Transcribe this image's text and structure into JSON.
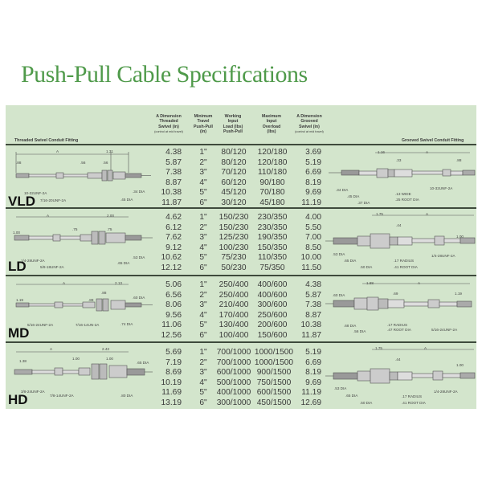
{
  "title": "Push-Pull Cable Specifications",
  "headers": {
    "left_fitting": "Threaded Swivel Conduit Fitting",
    "right_fitting": "Grooved Swivel Conduit Fitting",
    "columns": [
      {
        "lines": [
          "A Dimension",
          "Threaded",
          "Swivel (in)"
        ],
        "note": "(control at mid travel)"
      },
      {
        "lines": [
          "Minimum",
          "Travel",
          "Push-Pull",
          "(in)"
        ],
        "note": ""
      },
      {
        "lines": [
          "Working",
          "Input",
          "Load (lbs)",
          "Push-Pull"
        ],
        "note": ""
      },
      {
        "lines": [
          "Maximum",
          "Input",
          "Overload",
          "(lbs)"
        ],
        "note": ""
      },
      {
        "lines": [
          "A Dimension",
          "Grooved",
          "Swivel (in)"
        ],
        "note": "(control at mid travel)"
      }
    ]
  },
  "series": [
    {
      "name": "VLD",
      "rows": [
        [
          "4.38",
          "1\"",
          "80/120",
          "120/180",
          "3.69"
        ],
        [
          "5.87",
          "2\"",
          "80/120",
          "120/180",
          "5.19"
        ],
        [
          "7.38",
          "3\"",
          "70/120",
          "110/180",
          "6.69"
        ],
        [
          "8.87",
          "4\"",
          "60/120",
          "90/180",
          "8.19"
        ],
        [
          "10.38",
          "5\"",
          "45/120",
          "70/180",
          "9.69"
        ],
        [
          "11.87",
          "6\"",
          "30/120",
          "45/180",
          "11.19"
        ]
      ],
      "left_dims": {
        "a": "A",
        "d1": "1.31",
        "d2": ".88",
        "d3": ".56",
        "d4": ".56",
        "t1": "10-32UNF-2A",
        "t2": "7/16-20UNF-2A",
        "t3": ".34 DIA",
        "t4": ".45 DIA"
      },
      "right_dims": {
        "a": "A",
        "d1": "1.16",
        "d2": ".33",
        "d3": ".88",
        "t1": ".34 DIA",
        "t2": ".45 DIA",
        "t3": ".37 DIA",
        "t4": ".13 WIDE",
        "t5": ".25 ROOT DIA",
        "t6": "10-32UNF-2A"
      }
    },
    {
      "name": "LD",
      "rows": [
        [
          "4.62",
          "1\"",
          "150/230",
          "230/350",
          "4.00"
        ],
        [
          "6.12",
          "2\"",
          "150/230",
          "230/350",
          "5.50"
        ],
        [
          "7.62",
          "3\"",
          "125/230",
          "190/350",
          "7.00"
        ],
        [
          "9.12",
          "4\"",
          "100/230",
          "150/350",
          "8.50"
        ],
        [
          "10.62",
          "5\"",
          "75/230",
          "110/350",
          "10.00"
        ],
        [
          "12.12",
          "6\"",
          "50/230",
          "75/350",
          "11.50"
        ]
      ],
      "left_dims": {
        "a": "A",
        "d1": "2.00",
        "d2": "1.00",
        "d3": ".75",
        "d4": ".75",
        "t1": "1/4-28UNF-2A",
        "t2": "5/8-18UNF-2A",
        "t3": ".53 DIA",
        "t4": ".65 DIA"
      },
      "right_dims": {
        "a": "A",
        "d1": "1.75",
        "d2": ".44",
        "d3": "1.00",
        "t1": ".53 DIA",
        "t2": ".65 DIA",
        "t3": ".50 DIA",
        "t4": ".17 RADIUS",
        "t5": ".41 ROOT DIA",
        "t6": "1/4-28UNF-2A"
      }
    },
    {
      "name": "MD",
      "rows": [
        [
          "5.06",
          "1\"",
          "250/400",
          "400/600",
          "4.38"
        ],
        [
          "6.56",
          "2\"",
          "250/400",
          "400/600",
          "5.87"
        ],
        [
          "8.06",
          "3\"",
          "210/400",
          "300/600",
          "7.38"
        ],
        [
          "9.56",
          "4\"",
          "170/400",
          "250/600",
          "8.87"
        ],
        [
          "11.06",
          "5\"",
          "130/400",
          "200/600",
          "10.38"
        ],
        [
          "12.56",
          "6\"",
          "100/400",
          "150/600",
          "11.87"
        ]
      ],
      "left_dims": {
        "a": "A",
        "d1": "2.13",
        "d2": "1.19",
        "d3": ".88",
        "d4": ".88",
        "t1": "5/16-24UNF-2A",
        "t2": "7/16-14UN-2A",
        "t3": ".60 DIA",
        "t4": ".74 DIA"
      },
      "right_dims": {
        "a": "A",
        "d1": "1.88",
        "d2": ".69",
        "d3": "1.19",
        "t1": ".60 DIA",
        "t2": ".68 DIA",
        "t3": ".56 DIA",
        "t4": ".17 RADIUS",
        "t5": ".47 ROOT DIA",
        "t6": "5/16-24UNF-2A"
      }
    },
    {
      "name": "HD",
      "rows": [
        [
          "5.69",
          "1\"",
          "700/1000",
          "1000/1500",
          "5.19"
        ],
        [
          "7.19",
          "2\"",
          "700/1000",
          "1000/1500",
          "6.69"
        ],
        [
          "8.69",
          "3\"",
          "600/1000",
          "900/1500",
          "8.19"
        ],
        [
          "10.19",
          "4\"",
          "500/1000",
          "750/1500",
          "9.69"
        ],
        [
          "11.69",
          "5\"",
          "400/1000",
          "600/1500",
          "11.19"
        ],
        [
          "13.19",
          "6\"",
          "300/1000",
          "450/1500",
          "12.69"
        ]
      ],
      "left_dims": {
        "a": "A",
        "d1": "2.43",
        "d2": "1.38",
        "d3": "1.00",
        "d4": "1.00",
        "t1": "3/8-24UNF-2A",
        "t2": "7/8-14UNF-2A",
        "t3": ".65 DIA",
        "t4": ".80 DIA"
      },
      "right_dims": {
        "a": "A",
        "d1": "1.75",
        "d2": ".44",
        "d3": "1.00",
        "t1": ".53 DIA",
        "t2": ".65 DIA",
        "t3": ".50 DIA",
        "t4": ".17 RADIUS",
        "t5": ".41 ROOT DIA",
        "t6": "1/4-28UNF-2A"
      }
    }
  ],
  "colors": {
    "title": "#4f9a4a",
    "panel": "#d3e5cc",
    "rule": "#3e4a3c",
    "text": "#3a3a3a"
  }
}
